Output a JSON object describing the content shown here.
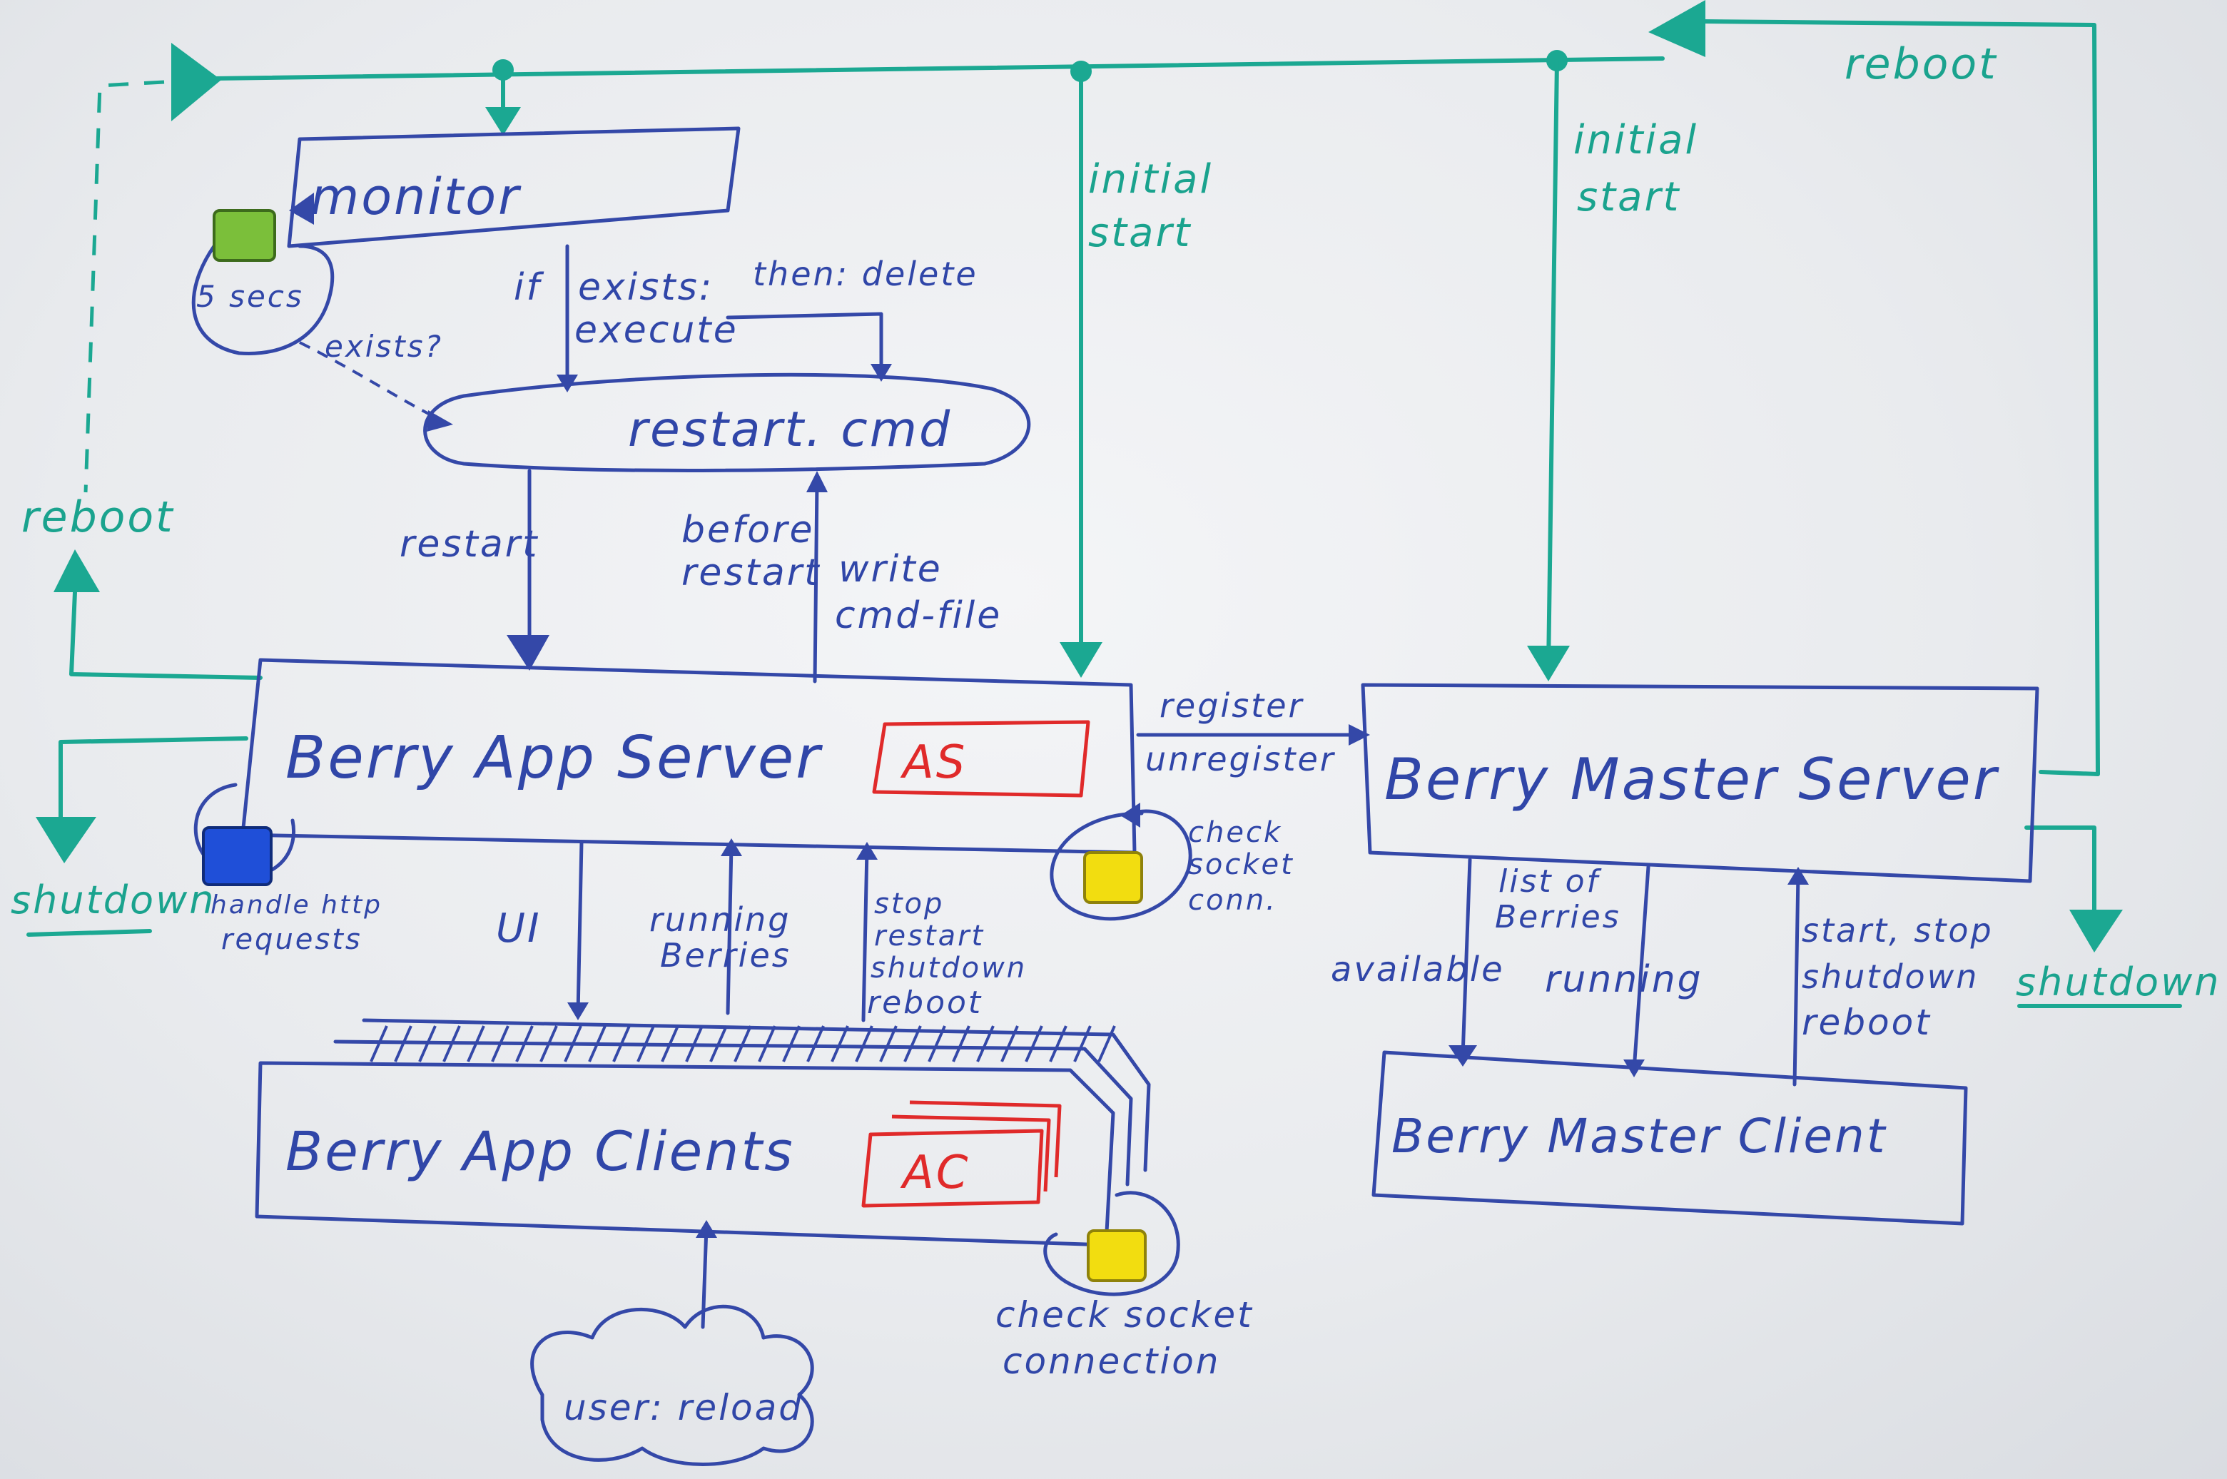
{
  "boxes": {
    "monitor": "monitor",
    "restart_cmd": "restart. cmd",
    "app_server": "Berry App Server",
    "app_server_tag": "AS",
    "app_clients": "Berry App Clients",
    "app_clients_tag": "AC",
    "master_server": "Berry Master Server",
    "master_client": "Berry Master Client",
    "user_reload": "user: reload"
  },
  "labels": {
    "five_secs": "5 secs",
    "exists_q": "exists?",
    "if": "if",
    "exists_execute_1": "exists:",
    "exists_execute_2": "execute",
    "then_delete": "then: delete",
    "initial_start_1a": "initial",
    "initial_start_1b": "start",
    "initial_start_2a": "initial",
    "initial_start_2b": "start",
    "reboot_top": "reboot",
    "reboot_left": "reboot",
    "restart": "restart",
    "before_restart_1": "before",
    "before_restart_2": "restart",
    "write_cmd_1": "write",
    "write_cmd_2": "cmd-file",
    "register": "register",
    "unregister": "unregister",
    "shutdown_left": "shutdown",
    "shutdown_right": "shutdown",
    "handle_http_1": "handle http",
    "handle_http_2": "requests",
    "check_socket_1": "check",
    "check_socket_2": "socket",
    "check_socket_3": "conn.",
    "ui": "UI",
    "running_berries_1": "running",
    "running_berries_2": "Berries",
    "stop_1": "stop",
    "stop_2": "restart",
    "stop_3": "shutdown",
    "stop_4": "reboot",
    "list_of_berries_1": "list of",
    "list_of_berries_2": "Berries",
    "available": "available",
    "running": "running",
    "start_stop_1": "start, stop",
    "start_stop_2": "shutdown",
    "start_stop_3": "reboot",
    "check_socket_conn_1": "check socket",
    "check_socket_conn_2": "connection"
  },
  "colors": {
    "blue_marker": "#3046a8",
    "teal_marker": "#1aa38e",
    "red_marker": "#e02a2a",
    "magnet_green": "#7bbf3a",
    "magnet_blue": "#1f4fd8",
    "magnet_yellow": "#f2dd10"
  }
}
